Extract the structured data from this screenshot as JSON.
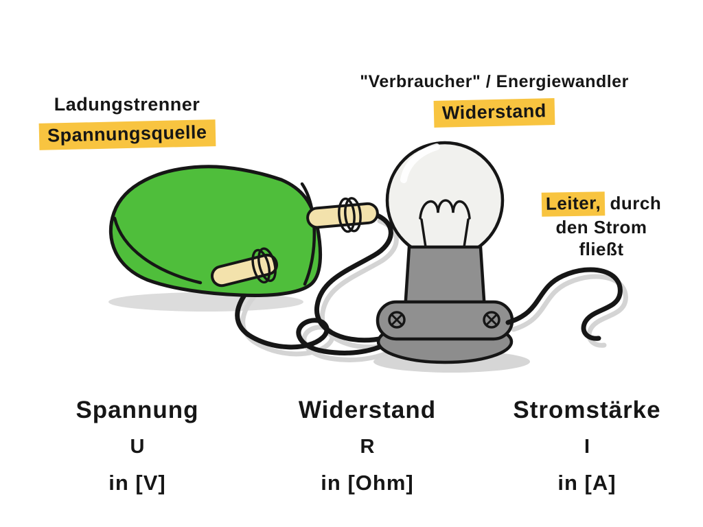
{
  "labels": {
    "source": {
      "line1": "Ladungstrenner",
      "line2": "Spannungsquelle"
    },
    "consumer": {
      "line1": "\"Verbraucher\" / Energiewandler",
      "line2": "Widerstand"
    },
    "conductor": {
      "highlight": "Leiter,",
      "rest": " durch",
      "line2": "den Strom",
      "line3": "fließt"
    }
  },
  "quantities": [
    {
      "name": "Spannung",
      "symbol": "U",
      "unit": "in [V]"
    },
    {
      "name": "Widerstand",
      "symbol": "R",
      "unit": "in [Ohm]"
    },
    {
      "name": "Stromstärke",
      "symbol": "I",
      "unit": "in [A]"
    }
  ],
  "colors": {
    "highlight": "#F8C440",
    "battery_green": "#4FBE3B",
    "terminal_tan": "#F3E2AC",
    "bulb_gray": "#909090",
    "base_gray": "#8D8D8D",
    "glass": "#F1F1EE",
    "ink": "#161616",
    "shadow": "#D4D4D4"
  }
}
